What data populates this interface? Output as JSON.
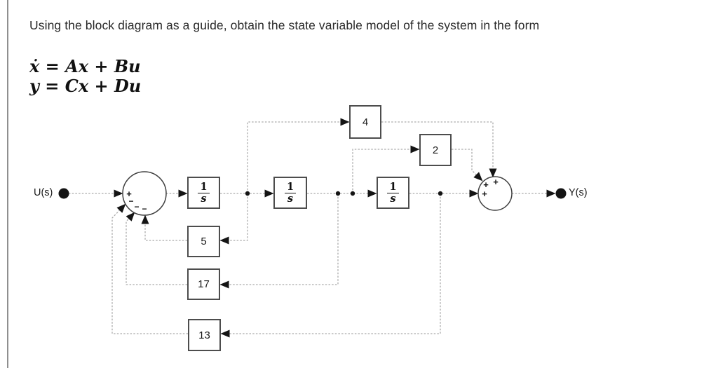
{
  "problem": {
    "title": "Using the block diagram as a guide, obtain the state variable model of the system in the form",
    "eq_state": "ẋ = Ax + Bu",
    "eq_output": "y = Cx + Du"
  },
  "diagram": {
    "input_label": "U(s)",
    "output_label": "Y(s)",
    "integrator": {
      "num": "1",
      "den": "s"
    },
    "gains": {
      "g4": "4",
      "g2": "2",
      "g5": "5",
      "g17": "17",
      "g13": "13"
    },
    "left_sum": {
      "plus": "+",
      "minus1": "−",
      "minus2": "−",
      "minus3": "−"
    },
    "right_sum": {
      "plus_from2": "+",
      "plus_from4": "+",
      "plus_main": "+"
    },
    "colors": {
      "wire": "#aaaaaa",
      "block_border": "#4d4d4d",
      "ink": "#141414",
      "background": "#ffffff"
    }
  }
}
